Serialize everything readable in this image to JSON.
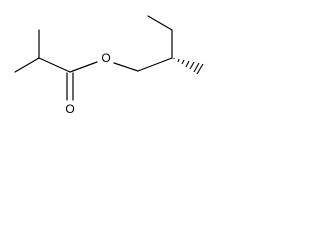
{
  "structure": {
    "atoms": [
      {
        "element": "O",
        "label": "O"
      },
      {
        "element": "O",
        "label": "O"
      }
    ]
  }
}
